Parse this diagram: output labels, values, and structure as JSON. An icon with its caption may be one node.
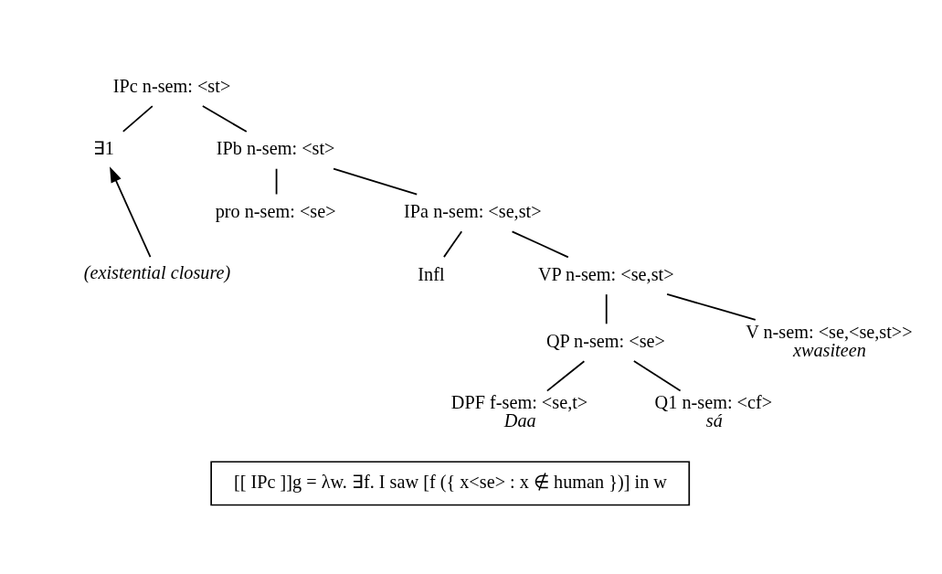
{
  "diagram": {
    "nodes": [
      {
        "text": [
          "IPc n-sem: <st>"
        ]
      },
      {
        "text": [
          "∃1"
        ]
      },
      {
        "text": [
          "IPb n-sem: <st>"
        ]
      },
      {
        "text": [
          "pro n-sem: <se>"
        ]
      },
      {
        "text": [
          "IPa n-sem: <se,st>"
        ]
      },
      {
        "text": [
          "Infl"
        ]
      },
      {
        "text": [
          "VP n-sem: <se,st>"
        ]
      },
      {
        "text": [
          "QP n-sem: <se>"
        ]
      },
      {
        "text": [
          "V n-sem: <se,<se,st>>",
          "xwasiteen"
        ]
      },
      {
        "text": [
          "DPF f-sem: <se,t>",
          "Daa"
        ]
      },
      {
        "text": [
          "Q1 n-sem: <cf>",
          "sá"
        ]
      },
      {
        "text": [
          "(existential closure)"
        ]
      },
      {
        "text": [
          "[[ IPc ]]g = λw. ∃f. I saw [f ({ x<se> : x ∉ human })] in w"
        ]
      }
    ],
    "edges": [
      {
        "from": 0,
        "to": 1,
        "arrow": "none"
      },
      {
        "from": 0,
        "to": 2,
        "arrow": "none"
      },
      {
        "from": 2,
        "to": 3,
        "arrow": "none"
      },
      {
        "from": 2,
        "to": 4,
        "arrow": "none"
      },
      {
        "from": 4,
        "to": 5,
        "arrow": "none"
      },
      {
        "from": 4,
        "to": 6,
        "arrow": "none"
      },
      {
        "from": 6,
        "to": 7,
        "arrow": "none"
      },
      {
        "from": 6,
        "to": 8,
        "arrow": "none"
      },
      {
        "from": 7,
        "to": 9,
        "arrow": "none"
      },
      {
        "from": 7,
        "to": 10,
        "arrow": "none"
      },
      {
        "from": 11,
        "to": 1,
        "arrow": "to"
      }
    ]
  }
}
